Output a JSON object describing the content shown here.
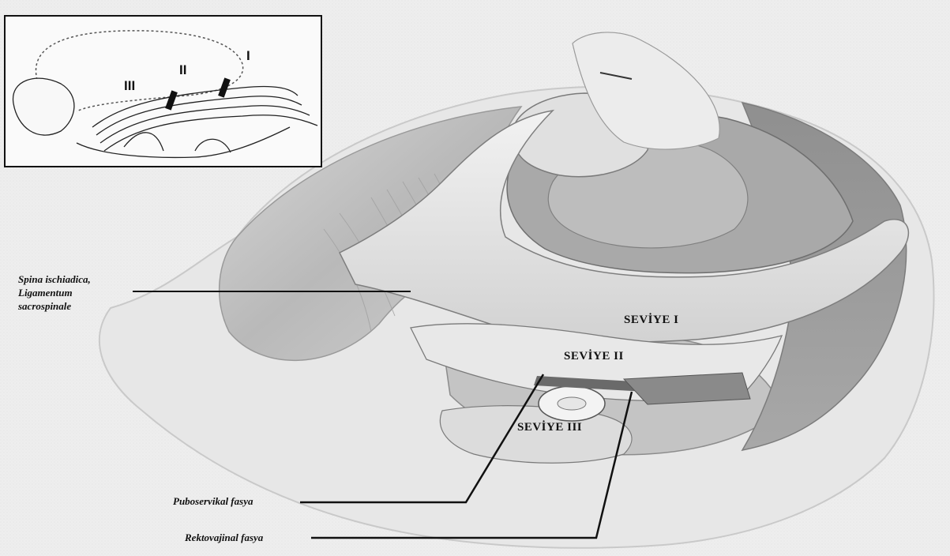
{
  "inset": {
    "labels": {
      "i": "I",
      "ii": "II",
      "iii": "III"
    }
  },
  "callouts": {
    "spina_line1": "Spina ischiadica,",
    "spina_line2": "Ligamentum",
    "spina_line3": "sacrospinale",
    "puboservikal": "Puboservikal fasya",
    "rektovajinal": "Rektovajinal fasya"
  },
  "levels": {
    "level_1": "SEVİYE I",
    "level_2": "SEVİYE II",
    "level_3": "SEVİYE III"
  }
}
